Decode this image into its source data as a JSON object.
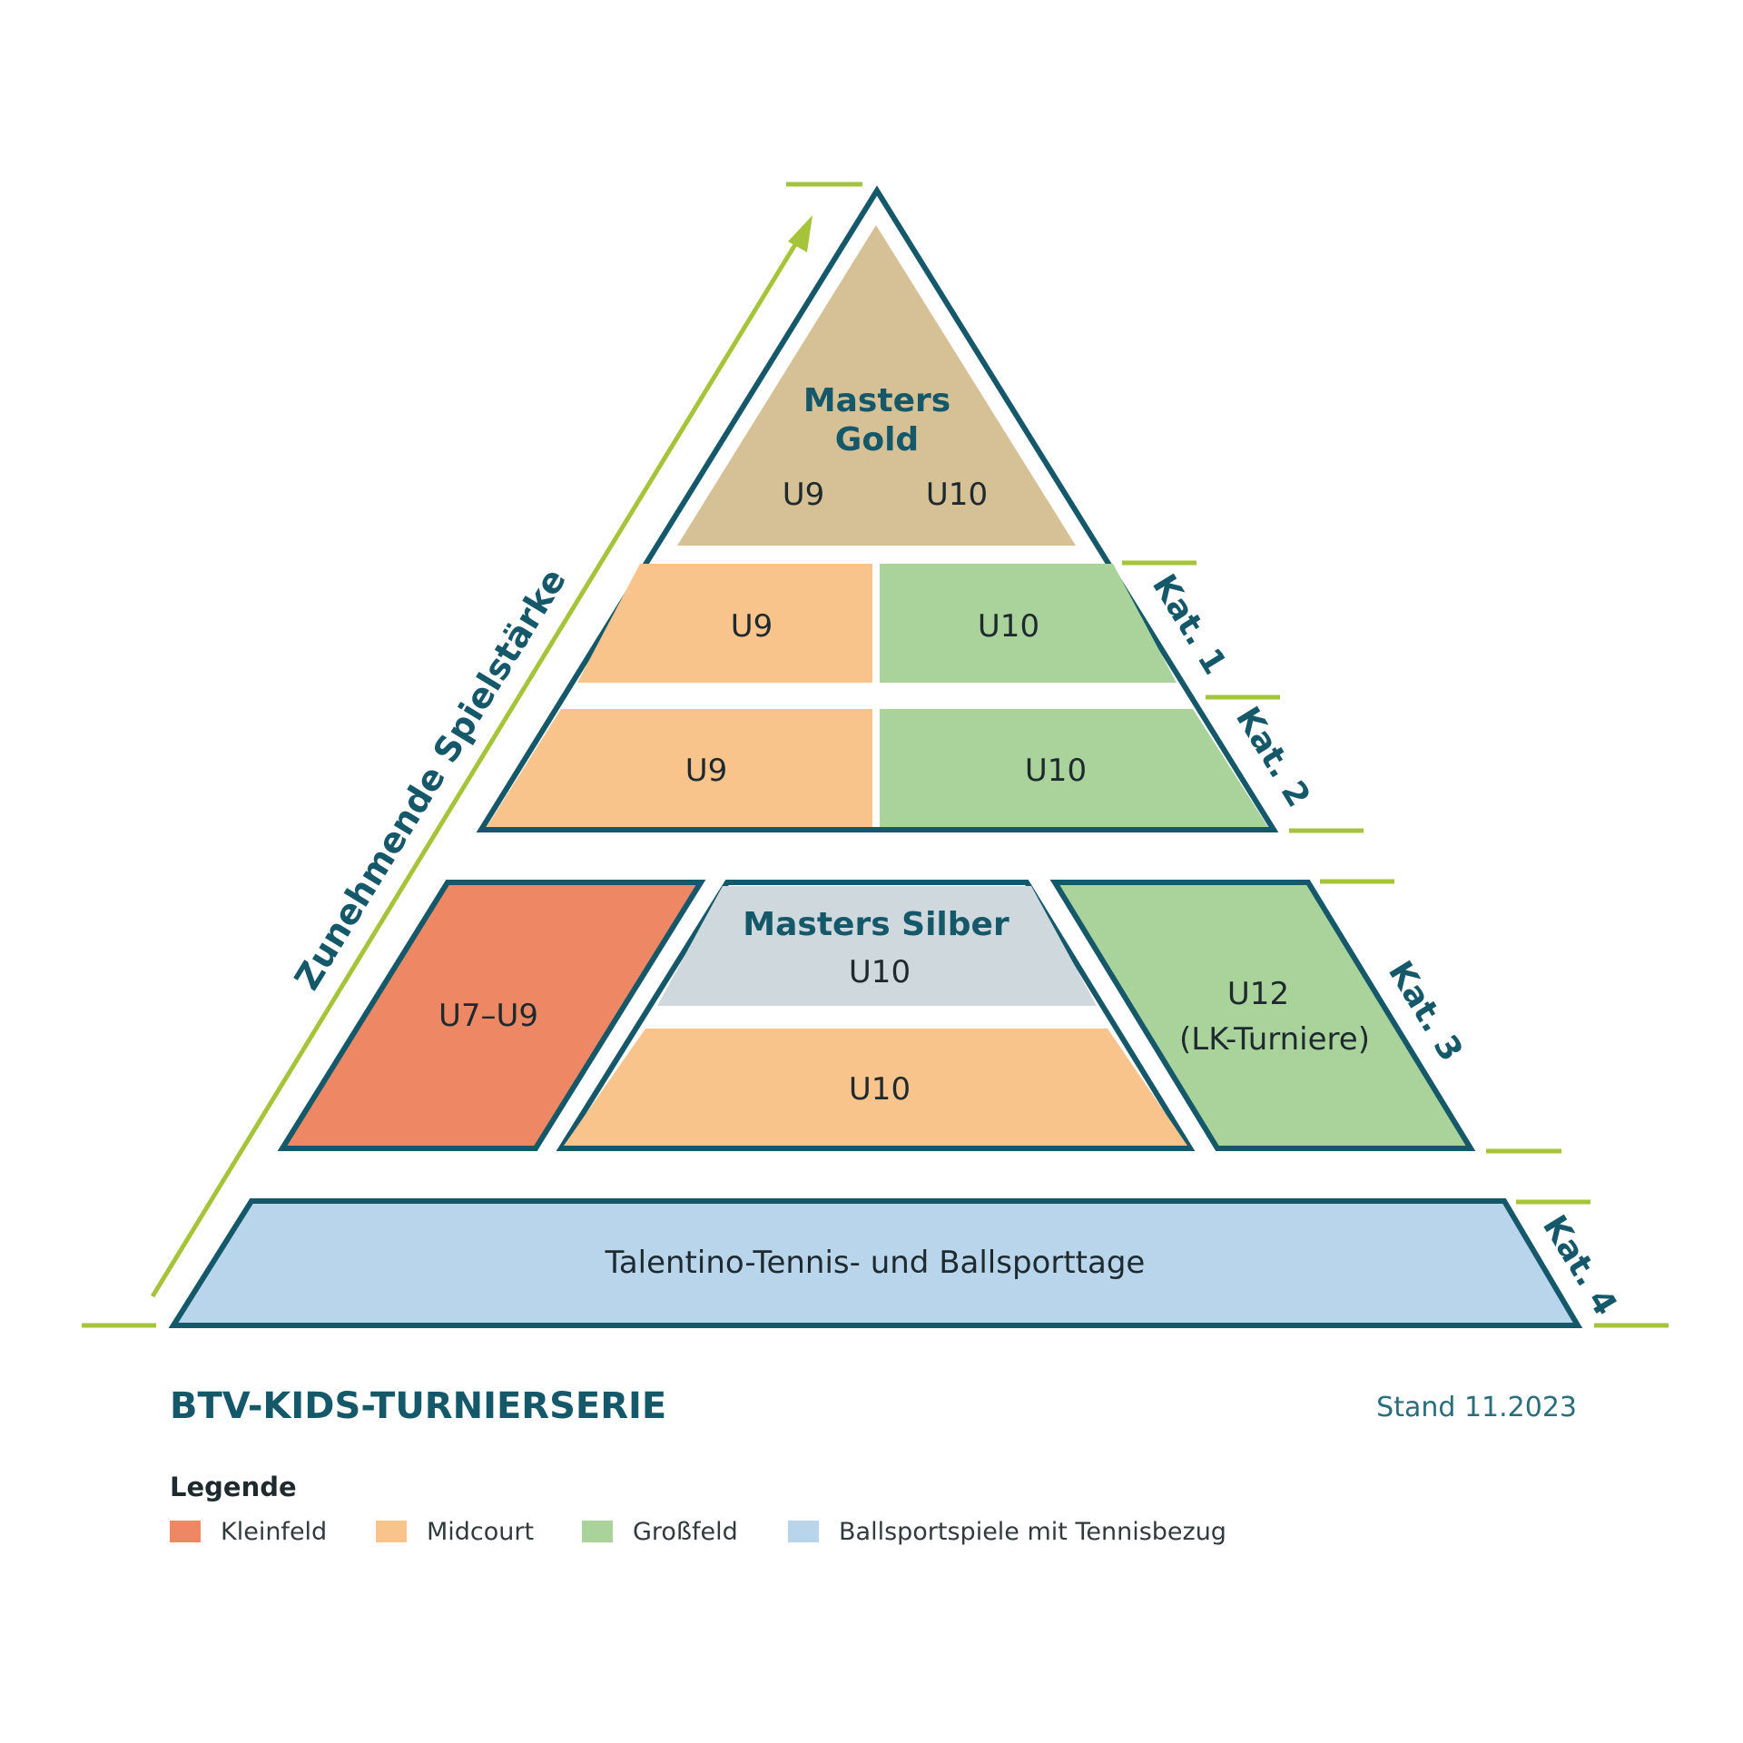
{
  "colors": {
    "kleinfeld": "#ee8864",
    "midcourt": "#f9c48c",
    "grossfeld": "#a9d39b",
    "ballsport": "#b9d5ec",
    "gold": "#d6c095",
    "silber": "#cfd8dd",
    "outline": "#14586a",
    "accent": "#a6c43a"
  },
  "side_label": "Zunehmende Spielstärke",
  "levels": {
    "gold": {
      "title_line1": "Masters",
      "title_line2": "Gold",
      "left": "U9",
      "right": "U10"
    },
    "kat1": {
      "label": "Kat. 1",
      "left": "U9",
      "right": "U10"
    },
    "kat2": {
      "label": "Kat. 2",
      "left": "U9",
      "right": "U10"
    },
    "kat3": {
      "label": "Kat. 3",
      "left": "U7–U9",
      "silber_title": "Masters Silber",
      "silber_top": "U10",
      "silber_bottom": "U10",
      "right_line1": "U12",
      "right_line2": "(LK-Turniere)"
    },
    "kat4": {
      "label": "Kat. 4",
      "text": "Talentino-Tennis- und Ballsporttage"
    }
  },
  "title": "BTV-KIDS-TURNIERSERIE",
  "stand": "Stand 11.2023",
  "legend": {
    "heading": "Legende",
    "items": [
      {
        "label": "Kleinfeld",
        "color": "#ee8864"
      },
      {
        "label": "Midcourt",
        "color": "#f9c48c"
      },
      {
        "label": "Großfeld",
        "color": "#a9d39b"
      },
      {
        "label": "Ballsportspiele mit Tennisbezug",
        "color": "#b9d5ec"
      }
    ]
  }
}
